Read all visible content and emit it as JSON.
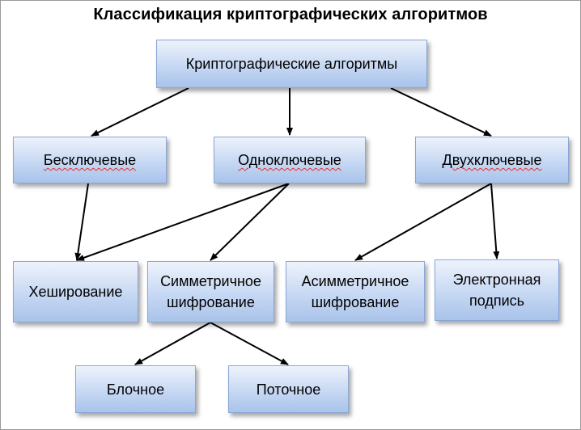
{
  "title": "Классификация криптографических алгоритмов",
  "nodes": {
    "root": "Криптографические алгоритмы",
    "keyless": "Бесключевые",
    "single_key": "Одноключевые",
    "two_key": "Двухключевые",
    "hashing": "Хеширование",
    "symmetric_line1": "Симметричное",
    "symmetric_line2": "шифрование",
    "asymmetric_line1": "Асимметричное",
    "asymmetric_line2": "шифрование",
    "signature_line1": "Электронная",
    "signature_line2": "подпись",
    "block": "Блочное",
    "stream": "Поточное"
  }
}
